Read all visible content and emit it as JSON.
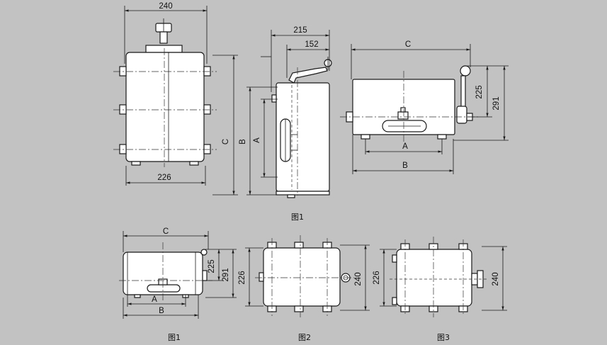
{
  "dims": {
    "fig1_front": {
      "width_top": "240",
      "width_bottom": "226",
      "height_c": "C"
    },
    "fig1_side": {
      "height_b": "B",
      "height_a": "A",
      "depth_total": "215",
      "depth_partial": "152"
    },
    "fig1_back": {
      "width_c": "C",
      "height_225": "225",
      "height_291": "291",
      "base_a": "A",
      "base_b": "B"
    },
    "small_1": {
      "top_c": "C",
      "h_225": "225",
      "h_291": "291",
      "a": "A",
      "b": "B"
    },
    "small_2": {
      "left_226": "226",
      "right_240": "240"
    },
    "small_3": {
      "left_226": "226",
      "right_240": "240"
    }
  },
  "captions": {
    "fig1_top": "图1",
    "fig1_bottom": "图1",
    "fig2": "图2",
    "fig3": "图3"
  }
}
